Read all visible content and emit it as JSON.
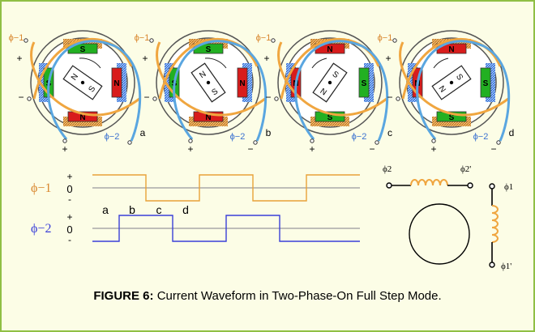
{
  "caption": {
    "label": "FIGURE 6:",
    "text": "Current Waveform in Two-Phase-On Full Step Mode."
  },
  "stages": [
    {
      "letter": "a",
      "phi1_label": "ϕ−1",
      "phi1_plus": "+",
      "phi1_minus": "−",
      "phi2_label": "ϕ−2",
      "phi2_plus": "+",
      "phi2_minus": "",
      "stator": {
        "top": "S",
        "left": "S",
        "right": "N",
        "bottom": "N"
      },
      "rotor": {
        "pole_a": "N",
        "pole_b": "S"
      }
    },
    {
      "letter": "b",
      "phi1_label": "ϕ−1",
      "phi1_plus": "+",
      "phi1_minus": "−",
      "phi2_label": "ϕ−2",
      "phi2_plus": "+",
      "phi2_minus": "−",
      "stator": {
        "top": "S",
        "left": "S",
        "right": "N",
        "bottom": "N"
      },
      "rotor": {
        "pole_a": "N",
        "pole_b": "S"
      }
    },
    {
      "letter": "c",
      "phi1_label": "ϕ−1",
      "phi1_plus": "+",
      "phi1_minus": "−",
      "phi2_label": "ϕ−2",
      "phi2_plus": "+",
      "phi2_minus": "−",
      "stator": {
        "top": "N",
        "left": "N",
        "right": "S",
        "bottom": "S"
      },
      "rotor": {
        "pole_a": "S",
        "pole_b": "N"
      }
    },
    {
      "letter": "d",
      "phi1_label": "ϕ−1",
      "phi1_plus": "+",
      "phi1_minus": "−",
      "phi2_label": "ϕ−2",
      "phi2_plus": "+",
      "phi2_minus": "−",
      "stator": {
        "top": "N",
        "left": "N",
        "right": "S",
        "bottom": "S"
      },
      "rotor": {
        "pole_a": "S",
        "pole_b": "N"
      }
    }
  ],
  "waveform": {
    "phi1_label": "ϕ−1",
    "phi2_label": "ϕ−2",
    "phi1_plus": "+",
    "phi1_zero": "0",
    "phi1_minus": "-",
    "phi2_plus": "+",
    "phi2_zero": "0",
    "phi2_minus": "-",
    "step_labels": [
      "a",
      "b",
      "c",
      "d"
    ],
    "phi1_levels": [
      1,
      1,
      -1,
      -1,
      1,
      1,
      -1,
      -1,
      1,
      1
    ],
    "phi2_levels": [
      -1,
      1,
      1,
      -1,
      -1,
      1,
      1,
      -1,
      -1,
      -1
    ]
  },
  "schematic": {
    "phi2": "ϕ2",
    "phi2_prime": "ϕ2'",
    "phi1": "ϕ1",
    "phi1_prime": "ϕ1'"
  },
  "colors": {
    "frame": "#8fbf45",
    "background": "#fcfde6",
    "phase1": "#e8a238",
    "phase2": "#3a3fd8",
    "winding1": "#f0a640",
    "winding2": "#5aa6e0",
    "north_pole": "#d81c1c",
    "south_pole": "#22b022",
    "coil_orange": "#d9872e",
    "coil_blue": "#3b72d0",
    "zero_line": "#a9a9a9"
  }
}
